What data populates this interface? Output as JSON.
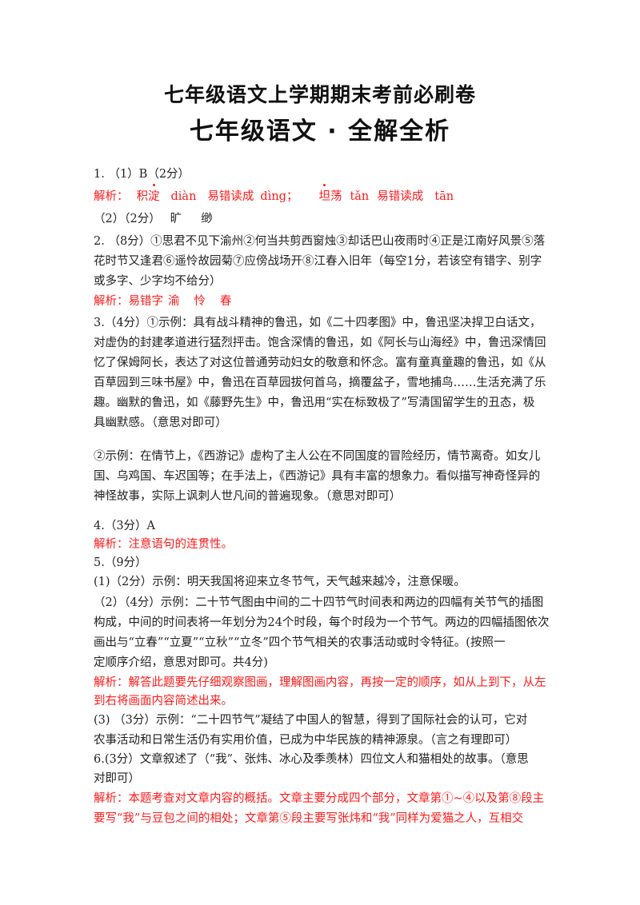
{
  "title1": "七年级语文上学期期末考前必刷卷",
  "title2": "七年级语文 · 全解全析",
  "q1": {
    "part1": "1. （1）B（2分）",
    "analysis": {
      "label": "解析：",
      "w1a": "积",
      "w1b": "淀",
      "p1": "diàn",
      "e1": "易错读成",
      "wrong1": "dìng；",
      "w2a": "坦",
      "w2b": "荡",
      "p2": "tǎn",
      "e2": "易错读成",
      "wrong2": "tān"
    },
    "part2_label": "（2）（2分）",
    "part2_a": "旷",
    "part2_b": "缈"
  },
  "q2": {
    "lines": [
      "2. （8分）①思君不见下渝州②何当共剪西窗烛③却话巴山夜雨时④正是江南好风景⑤落",
      "花时节又逢君⑥遥怜故园菊⑦应傍战场开⑧江春入旧年（每空1分，若该空有错字、别字",
      "或多字、少字均不给分）"
    ],
    "analysis": {
      "label": "解析：易错字",
      "c1": "渝",
      "c2": "怜",
      "c3": "春"
    }
  },
  "q3": {
    "lines": [
      "3.（4分）①示例：具有战斗精神的鲁迅，如《二十四孝图》中，鲁迅坚决捍卫白话文，",
      "对虚伪的封建孝道进行猛烈抨击。饱含深情的鲁迅，如《阿长与山海经》中，鲁迅深情回",
      "忆了保姆阿长，表达了对这位普通劳动妇女的敬意和怀念。富有童真童趣的鲁迅，如《从",
      "百草园到三味书屋》中，鲁迅在百草园拔何首乌，摘覆盆子，雪地捕鸟……生活充满了乐",
      "趣。幽默的鲁迅，如《藤野先生》中，鲁迅用“实在标致极了”写清国留学生的丑态，极",
      "具幽默感。（意思对即可）"
    ],
    "lines2": [
      "②示例：在情节上，《西游记》虚构了主人公在不同国度的冒险经历，情节离奇。如女儿",
      "国、乌鸡国、车迟国等；在手法上，《西游记》具有丰富的想象力。看似描写神奇怪异的",
      "神怪故事，实际上讽刺人世凡间的普遍现象。（意思对即可）"
    ]
  },
  "q4": {
    "line": "4.（3分）A",
    "analysis": "解析：注意语句的连贯性。"
  },
  "q5": {
    "head": "5.（9分）",
    "p1": "(1)（2分）示例：明天我国将迎来立冬节气，天气越来越冷，注意保暖。",
    "p2": [
      "（2）（4分）示例：二十节气图由中间的二十四节气时间表和两边的四幅有关节气的插图",
      "构成，中间的时间表将一年划分为24个时段，每个时段为一个节气。两边的四幅插图依次",
      "画出与“立春”“立夏”“立秋”“立冬”四个节气相关的农事活动或时令特征。(按照一",
      "定顺序介绍，意思对即可。共4分)"
    ],
    "analysis": [
      "解析：解答此题要先仔细观察图画，理解图画内容，再按一定的顺序，如从上到下，从左",
      "到右将画面内容简述出来。"
    ],
    "p3": [
      "(3) （3分）示例：“二十四节气”凝结了中国人的智慧，得到了国际社会的认可，它对",
      "农事活动和日常生活仍有实用价值，已成为中华民族的精神源泉。（言之有理即可）"
    ]
  },
  "q6": {
    "lines": [
      "6.(3分）文章叙述了（“我”、张炜、冰心及季羡林）四位文人和猫相处的故事。（意思",
      "对即可）"
    ],
    "analysis": [
      "解析：本题考查对文章内容的概括。文章主要分成四个部分，文章第①~④以及第⑧段主",
      "要写“我”与豆包之间的相处；文章第⑤段主要写张炜和“我”同样为爱猫之人，互相交"
    ]
  }
}
